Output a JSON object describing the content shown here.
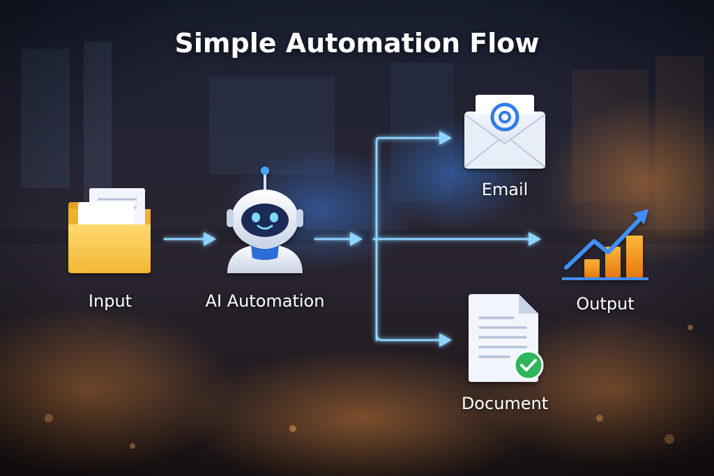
{
  "title": "Simple Automation Flow",
  "nodes": {
    "input": {
      "label": "Input",
      "icon": "folder-icon"
    },
    "ai": {
      "label": "AI Automation",
      "icon": "robot-icon"
    },
    "email": {
      "label": "Email",
      "icon": "email-envelope-icon"
    },
    "output": {
      "label": "Output",
      "icon": "bar-chart-growth-icon"
    },
    "document": {
      "label": "Document",
      "icon": "document-check-icon"
    }
  },
  "colors": {
    "arrow": "#8fd3ff",
    "glow": "#2f8cff",
    "folder": "#f6c343",
    "bars": "#f59e1b",
    "trend": "#3f8ef7",
    "check": "#2fb65a"
  }
}
